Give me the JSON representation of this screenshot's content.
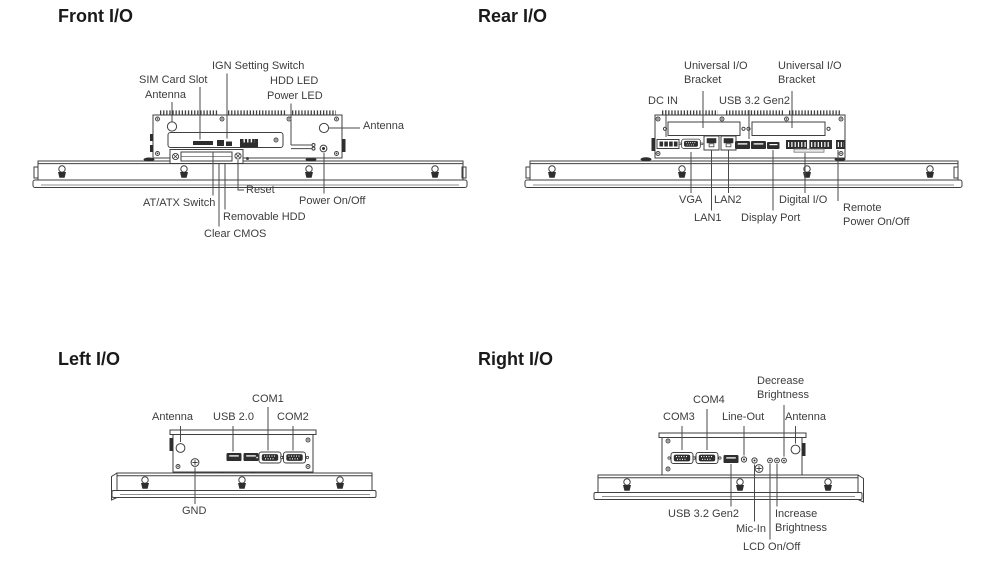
{
  "page": {
    "background": "#ffffff",
    "line_color": "#4a4a4a",
    "dark_fill": "#2e2e2e",
    "text_color": "#3c3c3c",
    "title_color": "#1a1a1a"
  },
  "sections": {
    "front": {
      "title": "Front I/O",
      "labels": {
        "ign": "IGN Setting Switch",
        "sim": "SIM Card Slot",
        "antenna_left": "Antenna",
        "hdd_led": "HDD LED",
        "power_led": "Power LED",
        "antenna_right": "Antenna",
        "reset": "Reset",
        "at_atx": "AT/ATX Switch",
        "power_on_off": "Power On/Off",
        "removable_hdd": "Removable HDD",
        "clear_cmos": "Clear CMOS"
      }
    },
    "rear": {
      "title": "Rear I/O",
      "labels": {
        "bracket1_line1": "Universal I/O",
        "bracket1_line2": "Bracket",
        "bracket2_line1": "Universal I/O",
        "bracket2_line2": "Bracket",
        "dc_in": "DC IN",
        "usb32": "USB 3.2 Gen2",
        "vga": "VGA",
        "lan2": "LAN2",
        "lan1": "LAN1",
        "display_port": "Display Port",
        "digital_io": "Digital I/O",
        "remote_line1": "Remote",
        "remote_line2": "Power On/Off"
      }
    },
    "left": {
      "title": "Left I/O",
      "labels": {
        "com1": "COM1",
        "antenna": "Antenna",
        "usb20": "USB 2.0",
        "com2": "COM2",
        "gnd": "GND"
      }
    },
    "right": {
      "title": "Right I/O",
      "labels": {
        "decrease_line1": "Decrease",
        "decrease_line2": "Brightness",
        "com4": "COM4",
        "com3": "COM3",
        "line_out": "Line-Out",
        "antenna": "Antenna",
        "usb32": "USB 3.2 Gen2",
        "mic_in": "Mic-In",
        "increase_line1": "Increase",
        "increase_line2": "Brightness",
        "lcd": "LCD On/Off"
      }
    }
  }
}
